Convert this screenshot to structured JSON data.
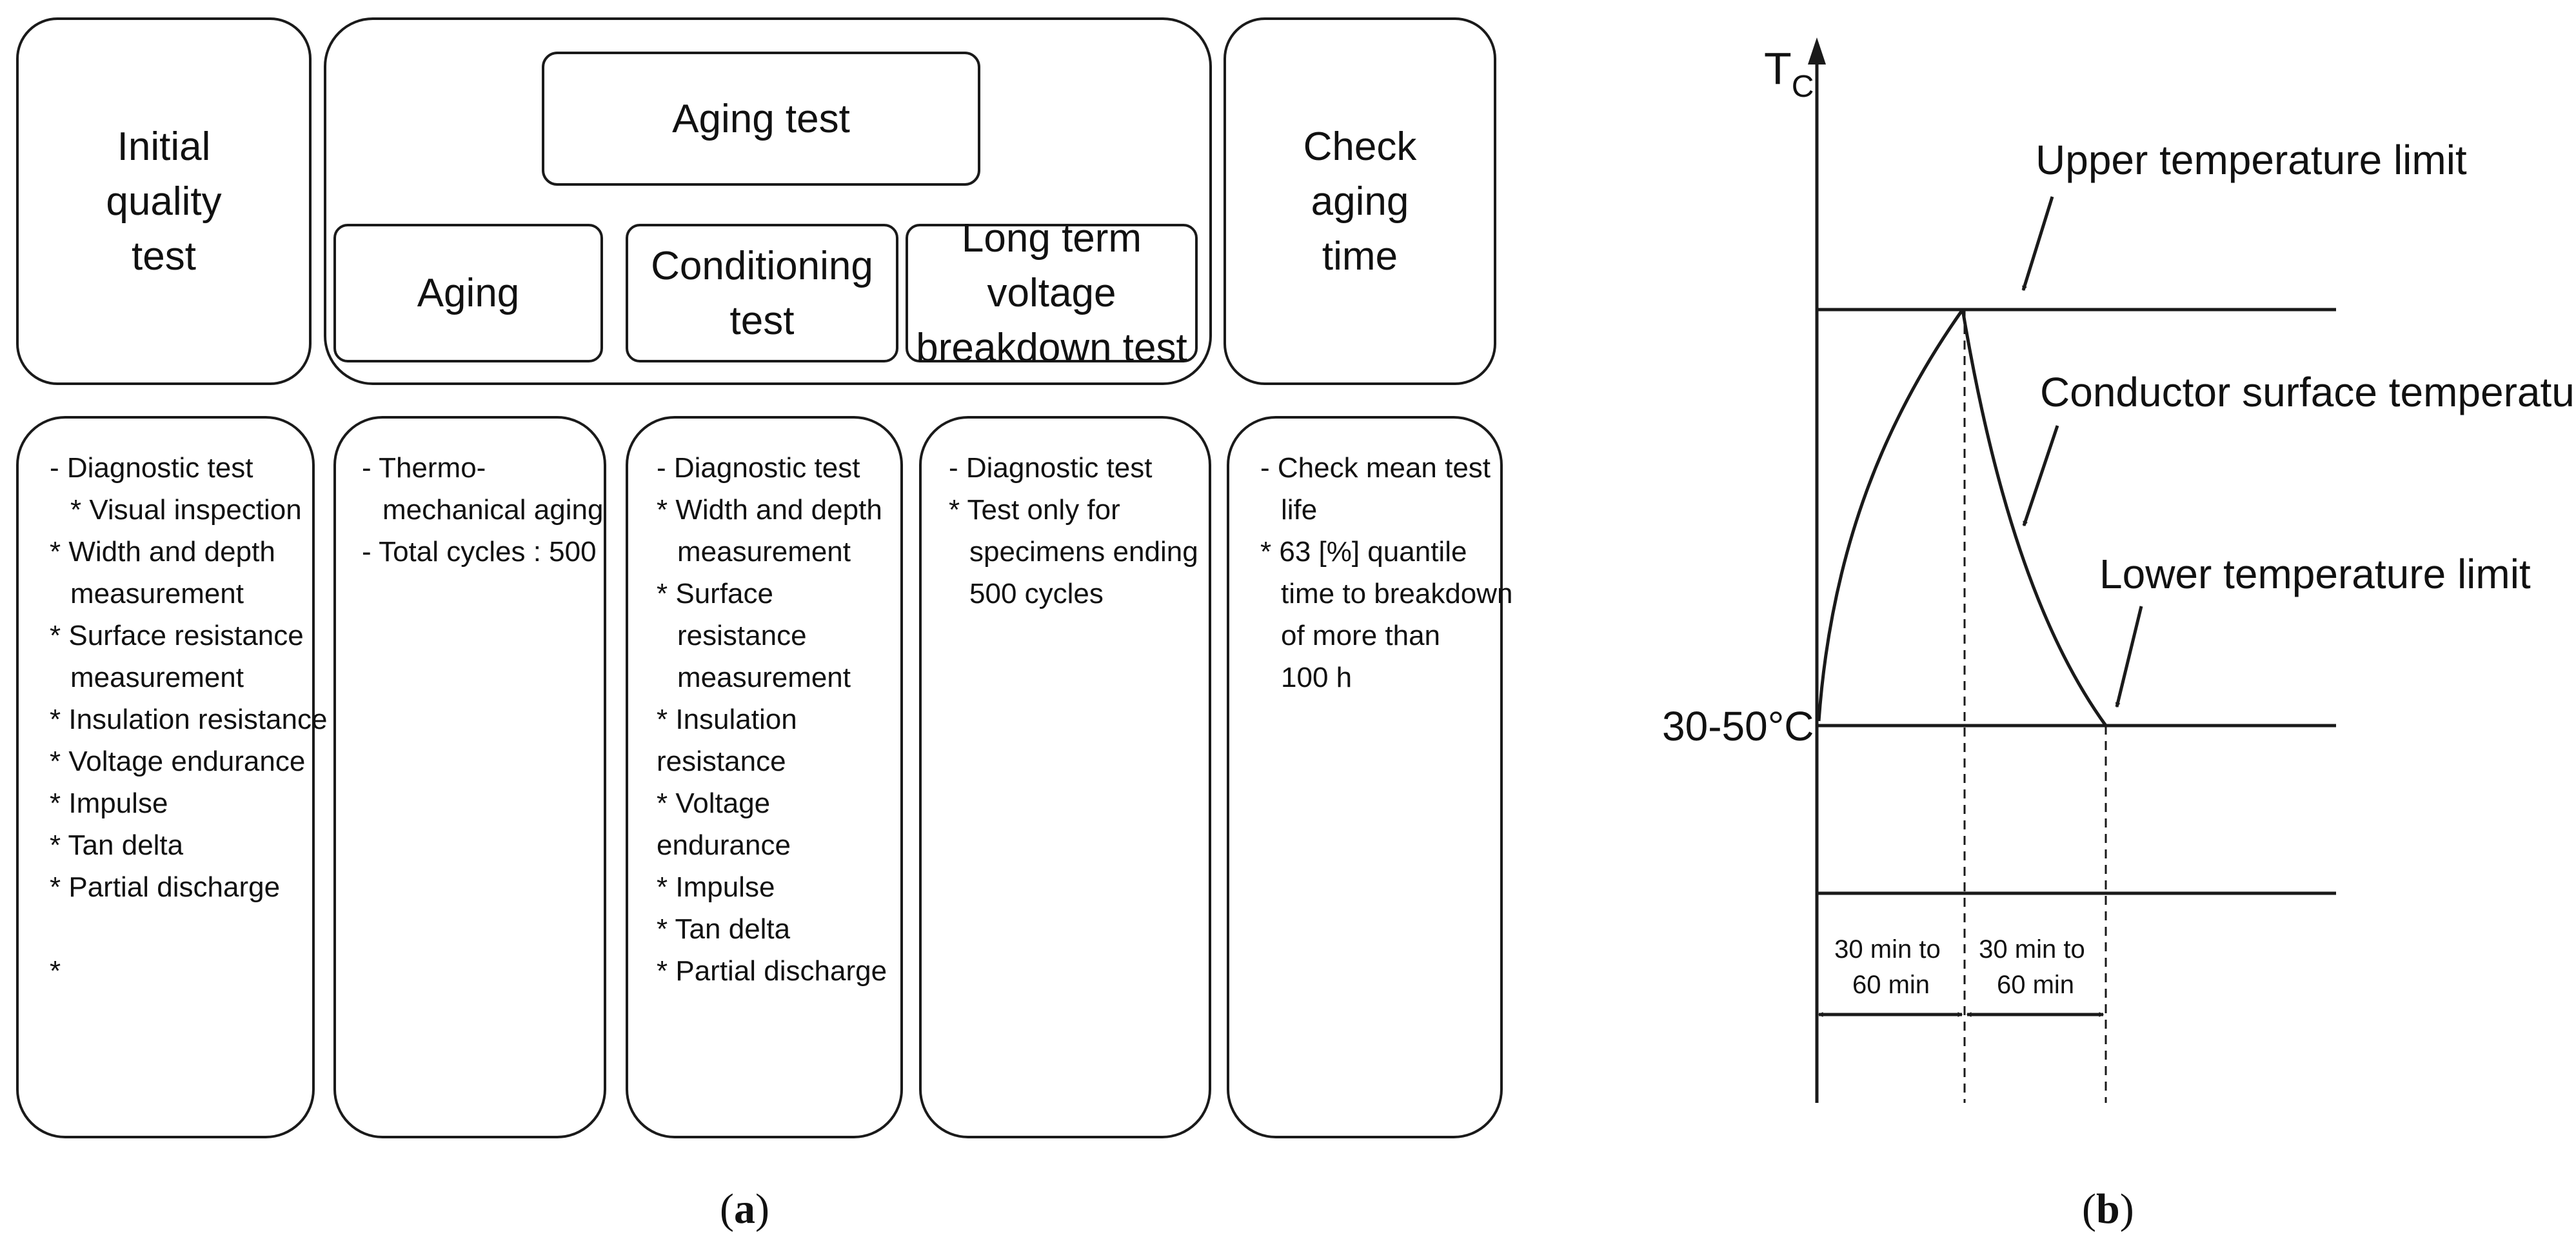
{
  "panel_a": {
    "headers": {
      "initial": [
        "Initial",
        "quality",
        "test"
      ],
      "aging_test": [
        "Aging test"
      ],
      "aging": [
        "Aging"
      ],
      "conditioning": [
        "Conditioning",
        "test"
      ],
      "long_term": [
        "Long term voltage",
        "breakdown test"
      ],
      "check": [
        "Check",
        "aging",
        "time"
      ]
    },
    "details": {
      "initial": [
        "- Diagnostic test",
        "* Visual inspection",
        "* Width and depth",
        "measurement",
        "* Surface resistance",
        "measurement",
        "* Insulation resistance",
        "* Voltage endurance",
        "* Impulse",
        "* Tan delta",
        "* Partial discharge",
        "",
        "*"
      ],
      "aging": [
        "- Thermo-",
        "mechanical aging",
        "- Total cycles : 500"
      ],
      "conditioning": [
        "- Diagnostic test",
        "* Width and depth",
        "measurement",
        "* Surface",
        "resistance",
        "measurement",
        "* Insulation",
        "resistance",
        "* Voltage",
        "endurance",
        "* Impulse",
        "* Tan delta",
        "* Partial discharge"
      ],
      "long_term": [
        "- Diagnostic test",
        "* Test only for",
        "specimens ending",
        "500 cycles"
      ],
      "check": [
        "- Check mean test",
        "life",
        "* 63 [%] quantile",
        "time to breakdown",
        "of more than",
        "100 h"
      ]
    },
    "caption": {
      "open": "(",
      "letter": "a",
      "close": ")"
    }
  },
  "panel_b": {
    "y_axis_symbol": "T",
    "y_axis_subscript": "C",
    "labels": {
      "upper": "Upper temperature limit",
      "surface": "Conductor surface temperature",
      "lower": "Lower temperature limit",
      "low_value": "30-50°C"
    },
    "durations": [
      [
        "30 min to",
        "60 min"
      ],
      [
        "30 min to",
        "60 min"
      ]
    ],
    "caption": {
      "open": "(",
      "letter": "b",
      "close": ")"
    }
  },
  "colors": {
    "line": "#1a1a1a",
    "background": "#ffffff"
  }
}
